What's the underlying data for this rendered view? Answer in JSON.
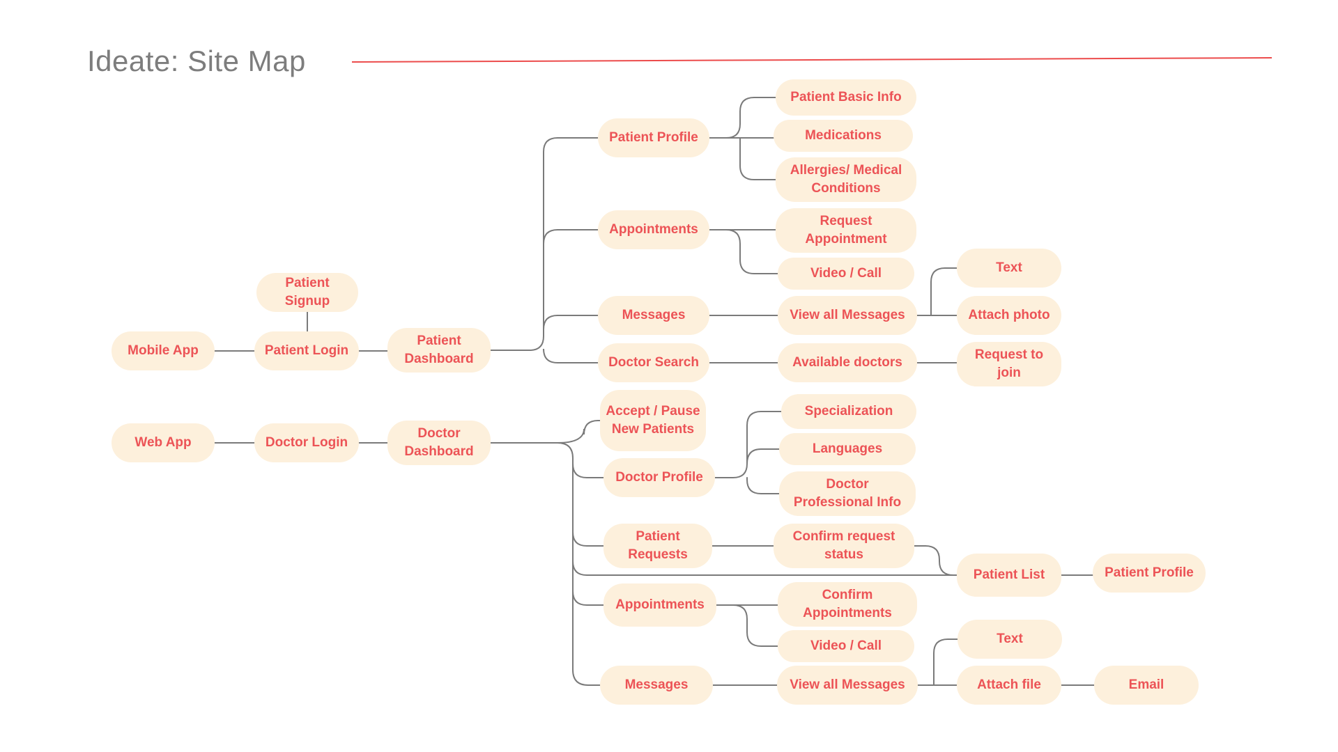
{
  "page": {
    "title": "Ideate: Site Map",
    "colors": {
      "accent_line": "#ec4b4b",
      "node_fill": "#fdf0dc",
      "node_text": "#ec5356",
      "connector": "#7a7a7a",
      "title_text": "#7d7d7d"
    }
  },
  "sitemap": {
    "mobile_app": "Mobile App",
    "patient_signup": "Patient Signup",
    "patient_login": "Patient Login",
    "patient_dashboard": "Patient\nDashboard",
    "patient_profile": "Patient Profile",
    "patient_basic_info": "Patient Basic Info",
    "medications": "Medications",
    "allergies": "Allergies/ Medical\nConditions",
    "p_appointments": "Appointments",
    "request_appointment": "Request\nAppointment",
    "p_video_call": "Video / Call",
    "p_messages": "Messages",
    "p_view_all_messages": "View all Messages",
    "p_text": "Text",
    "attach_photo": "Attach photo",
    "doctor_search": "Doctor Search",
    "available_doctors": "Available doctors",
    "request_to_join": "Request to\njoin",
    "web_app": "Web App",
    "doctor_login": "Doctor Login",
    "doctor_dashboard": "Doctor\nDashboard",
    "accept_pause": "Accept / Pause\nNew Patients",
    "doctor_profile": "Doctor Profile",
    "specialization": "Specialization",
    "languages": "Languages",
    "doctor_professional_info": "Doctor\nProfessional Info",
    "patient_requests": "Patient\nRequests",
    "confirm_request_status": "Confirm request\nstatus",
    "patient_list": "Patient List",
    "pl_patient_profile": "Patient Profile",
    "d_appointments": "Appointments",
    "confirm_appointments": "Confirm\nAppointments",
    "d_video_call": "Video / Call",
    "d_messages": "Messages",
    "d_view_all_messages": "View all Messages",
    "d_text": "Text",
    "attach_file": "Attach file",
    "email": "Email"
  }
}
